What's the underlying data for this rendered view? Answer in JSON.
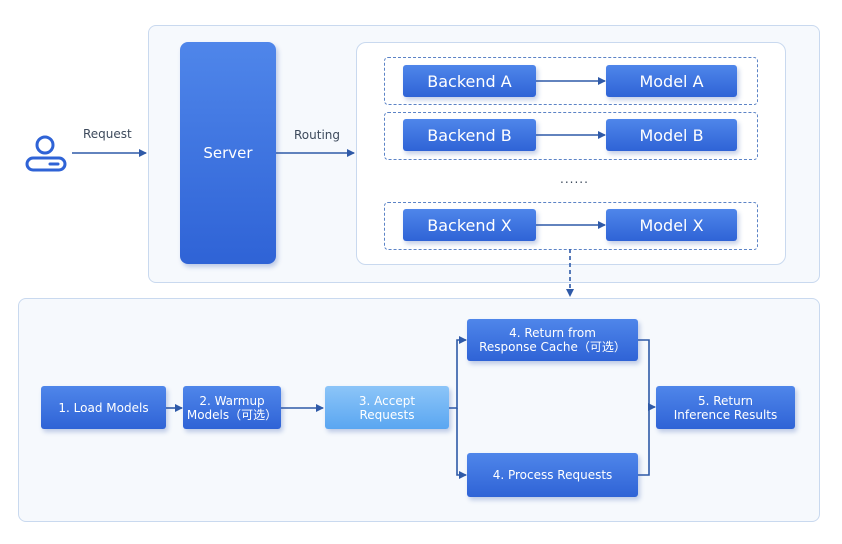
{
  "labels": {
    "request": "Request",
    "routing": "Routing",
    "ellipsis": "......"
  },
  "server": {
    "label": "Server"
  },
  "backends": [
    {
      "backend": "Backend A",
      "model": "Model A"
    },
    {
      "backend": "Backend B",
      "model": "Model B"
    },
    {
      "backend": "Backend X",
      "model": "Model X"
    }
  ],
  "steps": {
    "load": "1. Load Models",
    "warmup": "2. Warmup\nModels（可选）",
    "accept": "3. Accept\nRequests",
    "cache": "4. Return from\nResponse Cache（可选）",
    "process": "4. Process Requests",
    "return": "5. Return\nInference Results"
  },
  "colors": {
    "node": "#3a73e0",
    "node_light": "#6fb4f4",
    "arrow": "#2f5aa8",
    "border": "#c9d9ef"
  }
}
